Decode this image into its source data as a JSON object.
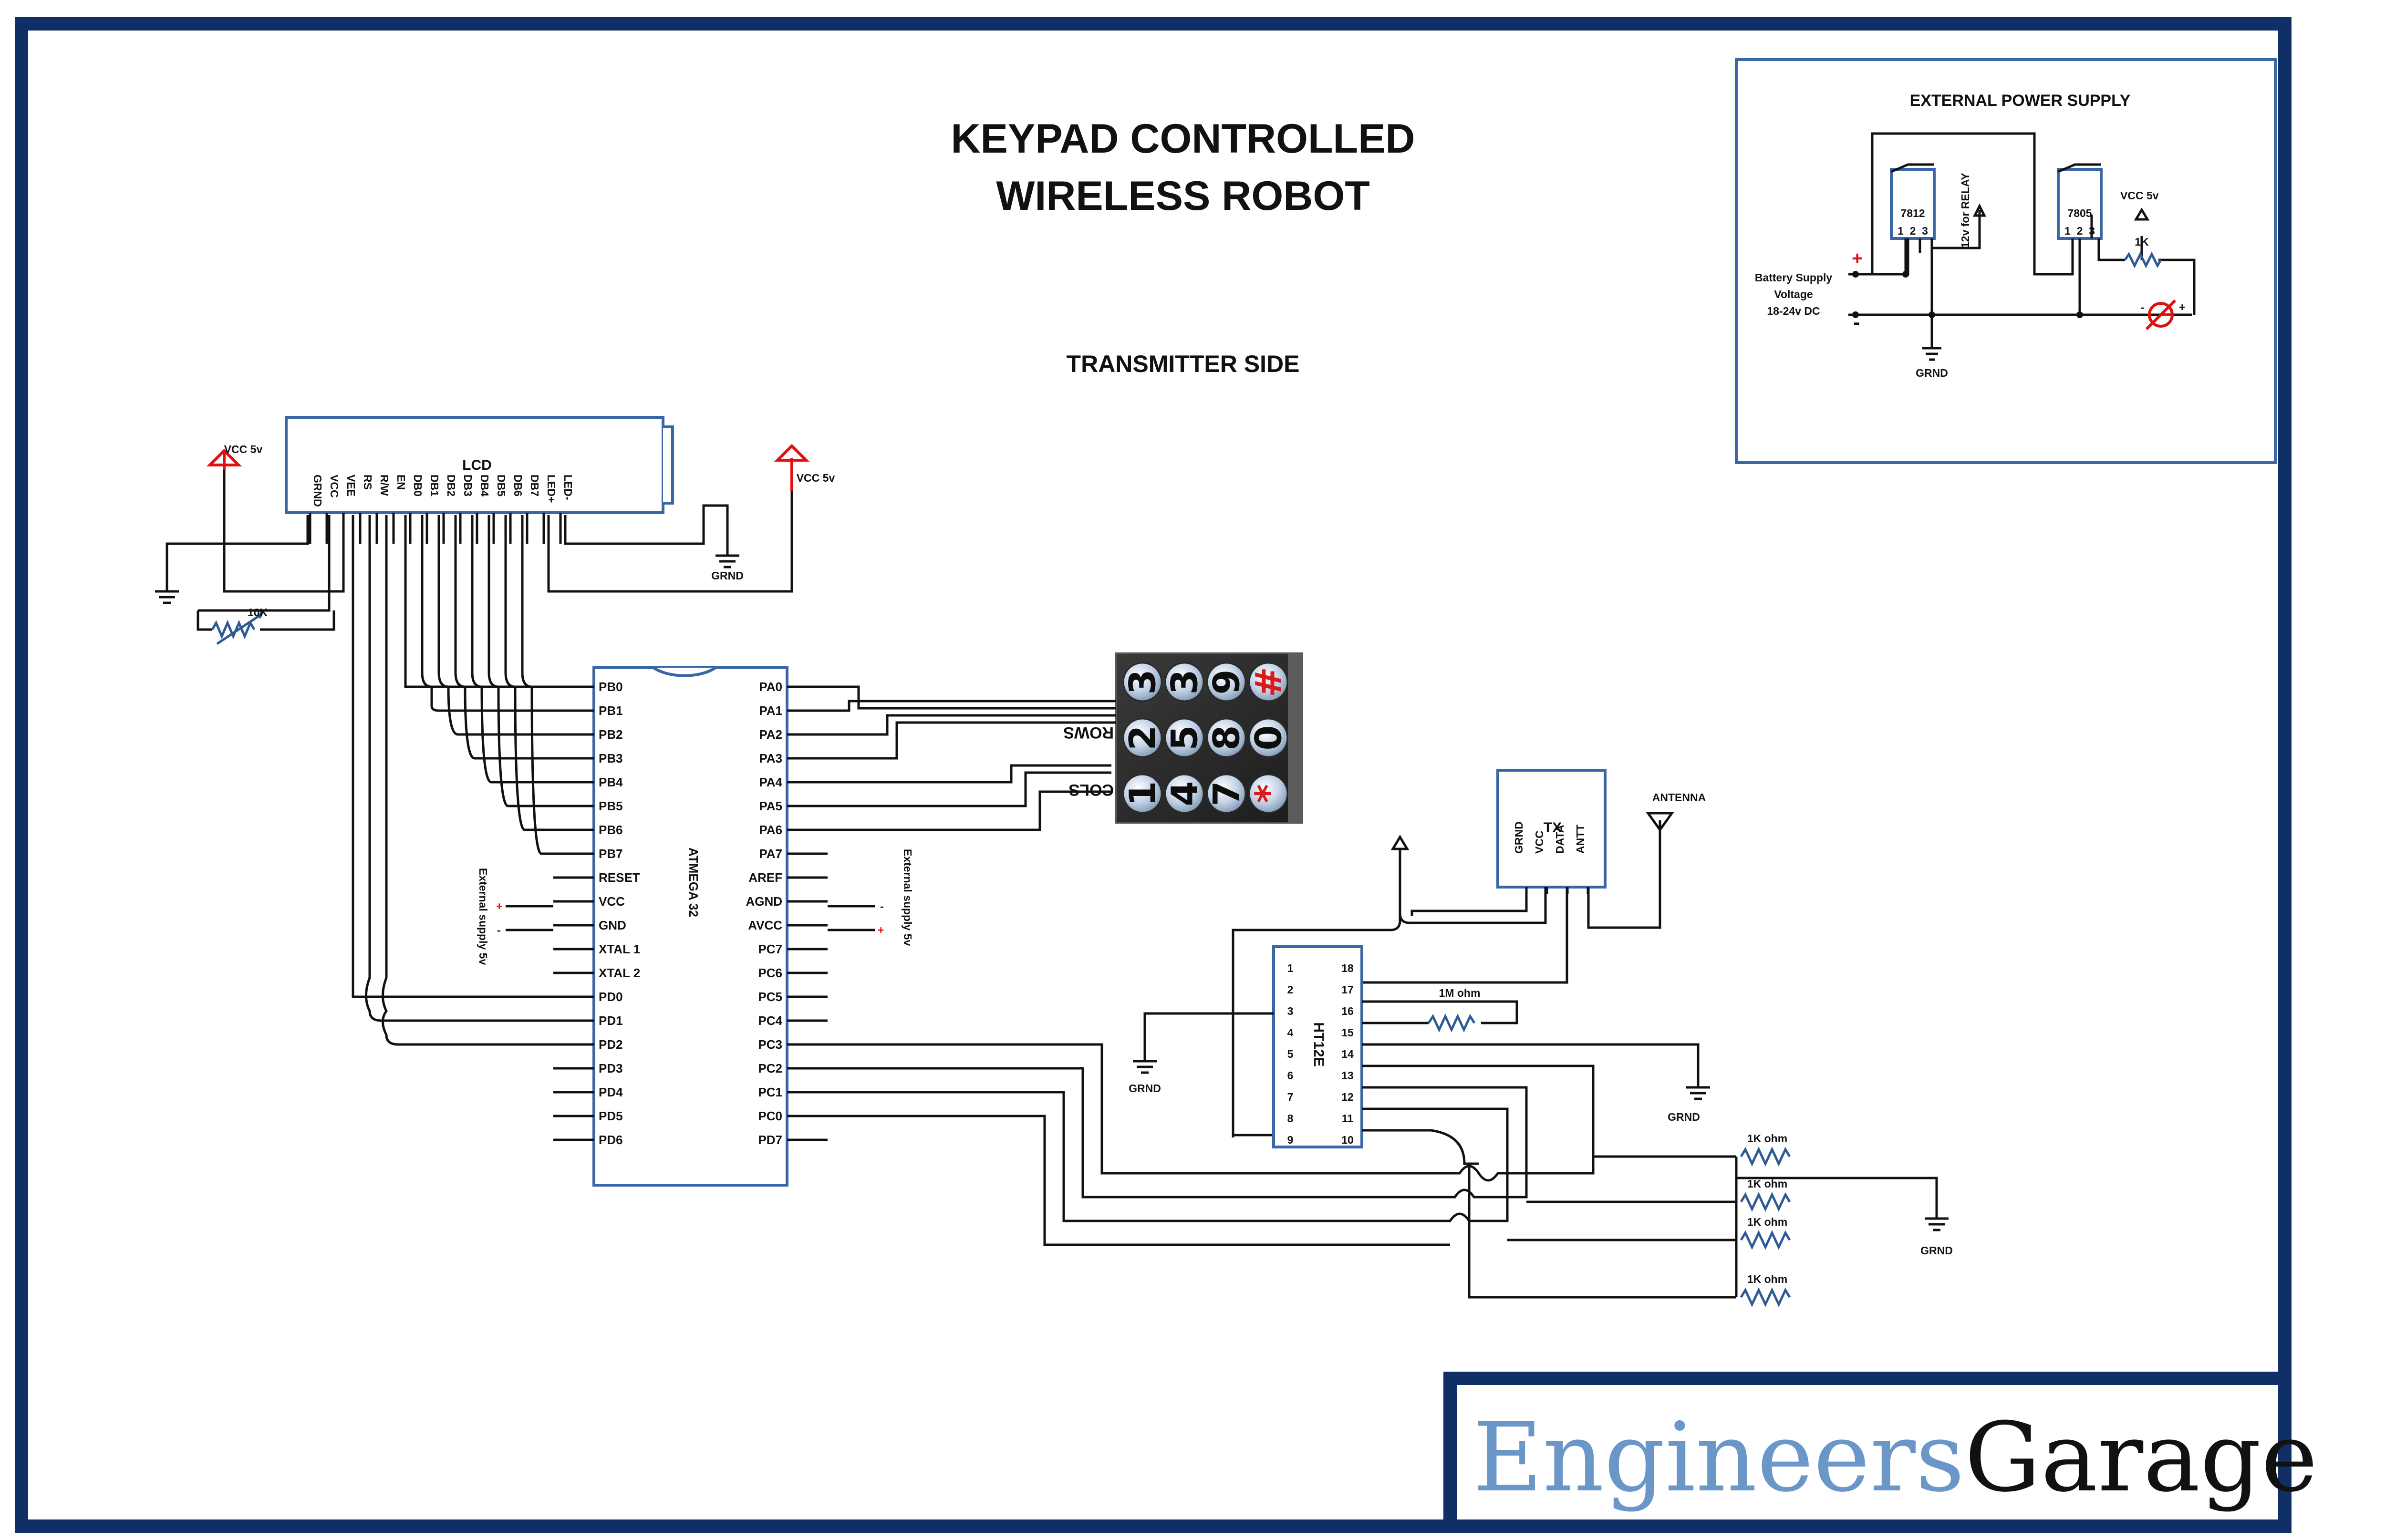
{
  "title": {
    "line1": "KEYPAD CONTROLLED",
    "line2": "WIRELESS ROBOT",
    "subtitle": "TRANSMITTER SIDE"
  },
  "power_supply": {
    "title": "EXTERNAL POWER SUPPLY",
    "reg1": "7812",
    "reg2": "7805",
    "pins": "1  2  3",
    "relay_note": "12v for RELAY",
    "vcc": "VCC 5v",
    "resistor": "1K",
    "battery_line1": "Battery Supply",
    "battery_line2": "Voltage",
    "battery_line3": "18-24v DC",
    "plus": "+",
    "minus": "-",
    "ground": "GRND",
    "led_minus": "-",
    "led_plus": "+"
  },
  "lcd": {
    "label": "LCD",
    "pins": [
      "GRND",
      "VCC",
      "VEE",
      "RS",
      "R/W",
      "EN",
      "DB0",
      "DB1",
      "DB2",
      "DB3",
      "DB4",
      "DB5",
      "DB6",
      "DB7",
      "LED+",
      "LED-"
    ],
    "vcc_left": "VCC 5v",
    "vcc_right": "VCC 5v",
    "pot": "10K",
    "ground": "GRND"
  },
  "mcu": {
    "label": "ATMEGA 32",
    "left_pins": [
      "PB0",
      "PB1",
      "PB2",
      "PB3",
      "PB4",
      "PB5",
      "PB6",
      "PB7",
      "RESET",
      "VCC",
      "GND",
      "XTAL 1",
      "XTAL 2",
      "PD0",
      "PD1",
      "PD2",
      "PD3",
      "PD4",
      "PD5",
      "PD6"
    ],
    "right_pins": [
      "PA0",
      "PA1",
      "PA2",
      "PA3",
      "PA4",
      "PA5",
      "PA6",
      "PA7",
      "AREF",
      "AGND",
      "AVCC",
      "PC7",
      "PC6",
      "PC5",
      "PC4",
      "PC3",
      "PC2",
      "PC1",
      "PC0",
      "PD7"
    ],
    "ext_left": "External supply 5v",
    "ext_right": "External supply 5v",
    "plus": "+",
    "minus": "-"
  },
  "keypad": {
    "rows": [
      [
        "3",
        "3",
        "9",
        "#"
      ],
      [
        "2",
        "5",
        "8",
        "0"
      ],
      [
        "1",
        "4",
        "7",
        "*"
      ]
    ],
    "rows_label": "ROWS",
    "cols_label": "COLS"
  },
  "encoder": {
    "label": "HT12E",
    "left_pins": [
      "1",
      "2",
      "3",
      "4",
      "5",
      "6",
      "7",
      "8",
      "9"
    ],
    "right_pins": [
      "18",
      "17",
      "16",
      "15",
      "14",
      "13",
      "12",
      "11",
      "10"
    ],
    "resistor": "1M ohm",
    "ground_left": "GRND",
    "ground_right": "GRND"
  },
  "tx": {
    "label": "TX",
    "pins": [
      "GRND",
      "VCC",
      "DATA",
      "ANTT"
    ],
    "antenna": "ANTENNA"
  },
  "resistor_bank": {
    "labels": [
      "1K ohm",
      "1K ohm",
      "1K ohm",
      "1K ohm"
    ],
    "ground": "GRND"
  },
  "brand": {
    "part1": "Engineers",
    "part2": "Garage",
    "color1": "#6b96c8",
    "color2": "#111111"
  },
  "colors": {
    "frame": "#0f2f66",
    "component_box": "#3a66a6",
    "supply_arrow": "#e01010"
  }
}
